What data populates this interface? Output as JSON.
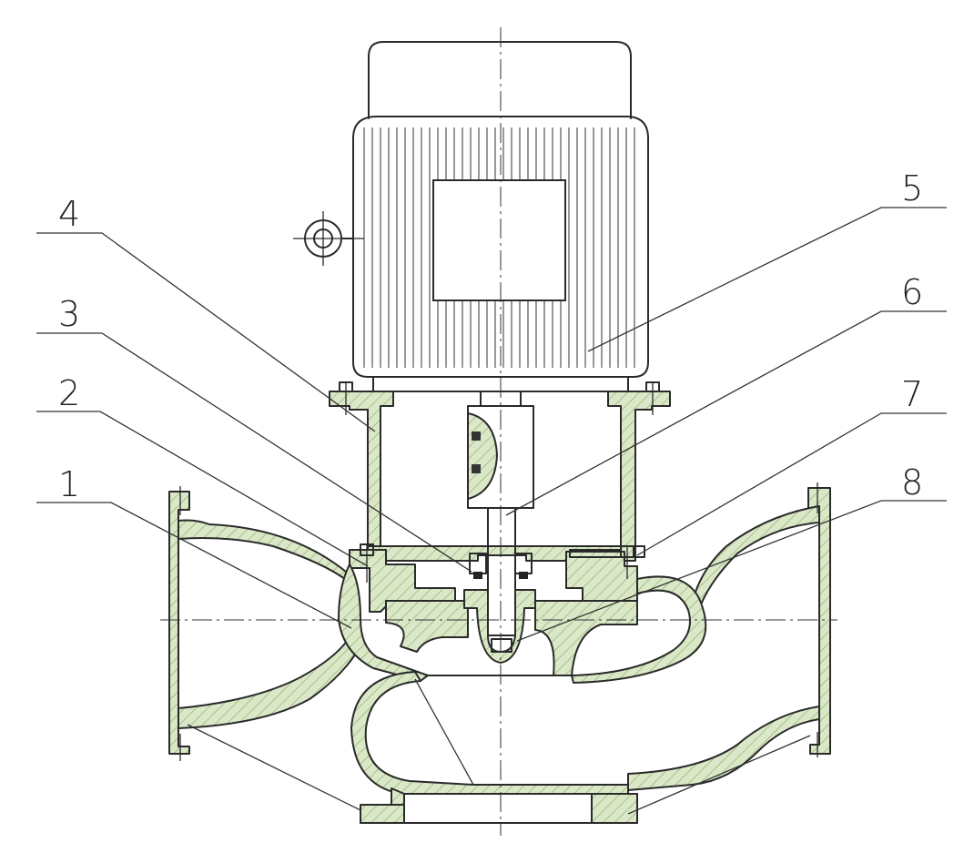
{
  "callouts": [
    {
      "label": "1"
    },
    {
      "label": "2"
    },
    {
      "label": "3"
    },
    {
      "label": "4"
    },
    {
      "label": "5"
    },
    {
      "label": "6"
    },
    {
      "label": "7"
    },
    {
      "label": "8"
    }
  ],
  "colors": {
    "casting_fill": "#dbe8c8",
    "hatch_line": "#8fb070",
    "outline": "#2a2a2a"
  }
}
